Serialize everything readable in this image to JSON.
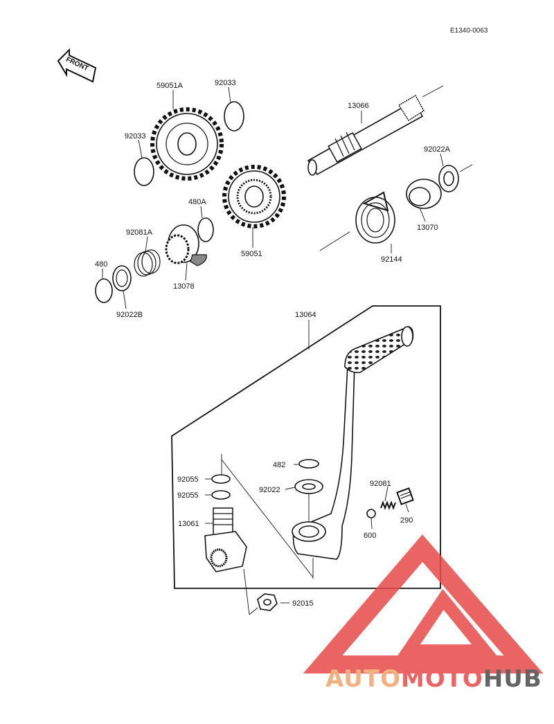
{
  "code": "E1340-0063",
  "front_label": "FRONT",
  "watermark": {
    "text_a": "AUTO",
    "text_b": "MOTO",
    "text_c": "HUB",
    "color_a": "#f2a36a",
    "color_b": "#e84a4a",
    "color_c": "#4a4a4a",
    "logo_color": "#e84a4a"
  },
  "labels": {
    "p59051A": "59051A",
    "p92033a": "92033",
    "p92033b": "92033",
    "p13066": "13066",
    "p92022A": "92022A",
    "p13070": "13070",
    "p92144": "92144",
    "p480A": "480A",
    "p92081A": "92081A",
    "p480": "480",
    "p92022B": "92022B",
    "p13078": "13078",
    "p59051": "59051",
    "p13064": "13064",
    "p482": "482",
    "p92022": "92022",
    "p92055a": "92055",
    "p92055b": "92055",
    "p13061": "13061",
    "p92081": "92081",
    "p290": "290",
    "p600": "600",
    "p92015": "92015"
  }
}
